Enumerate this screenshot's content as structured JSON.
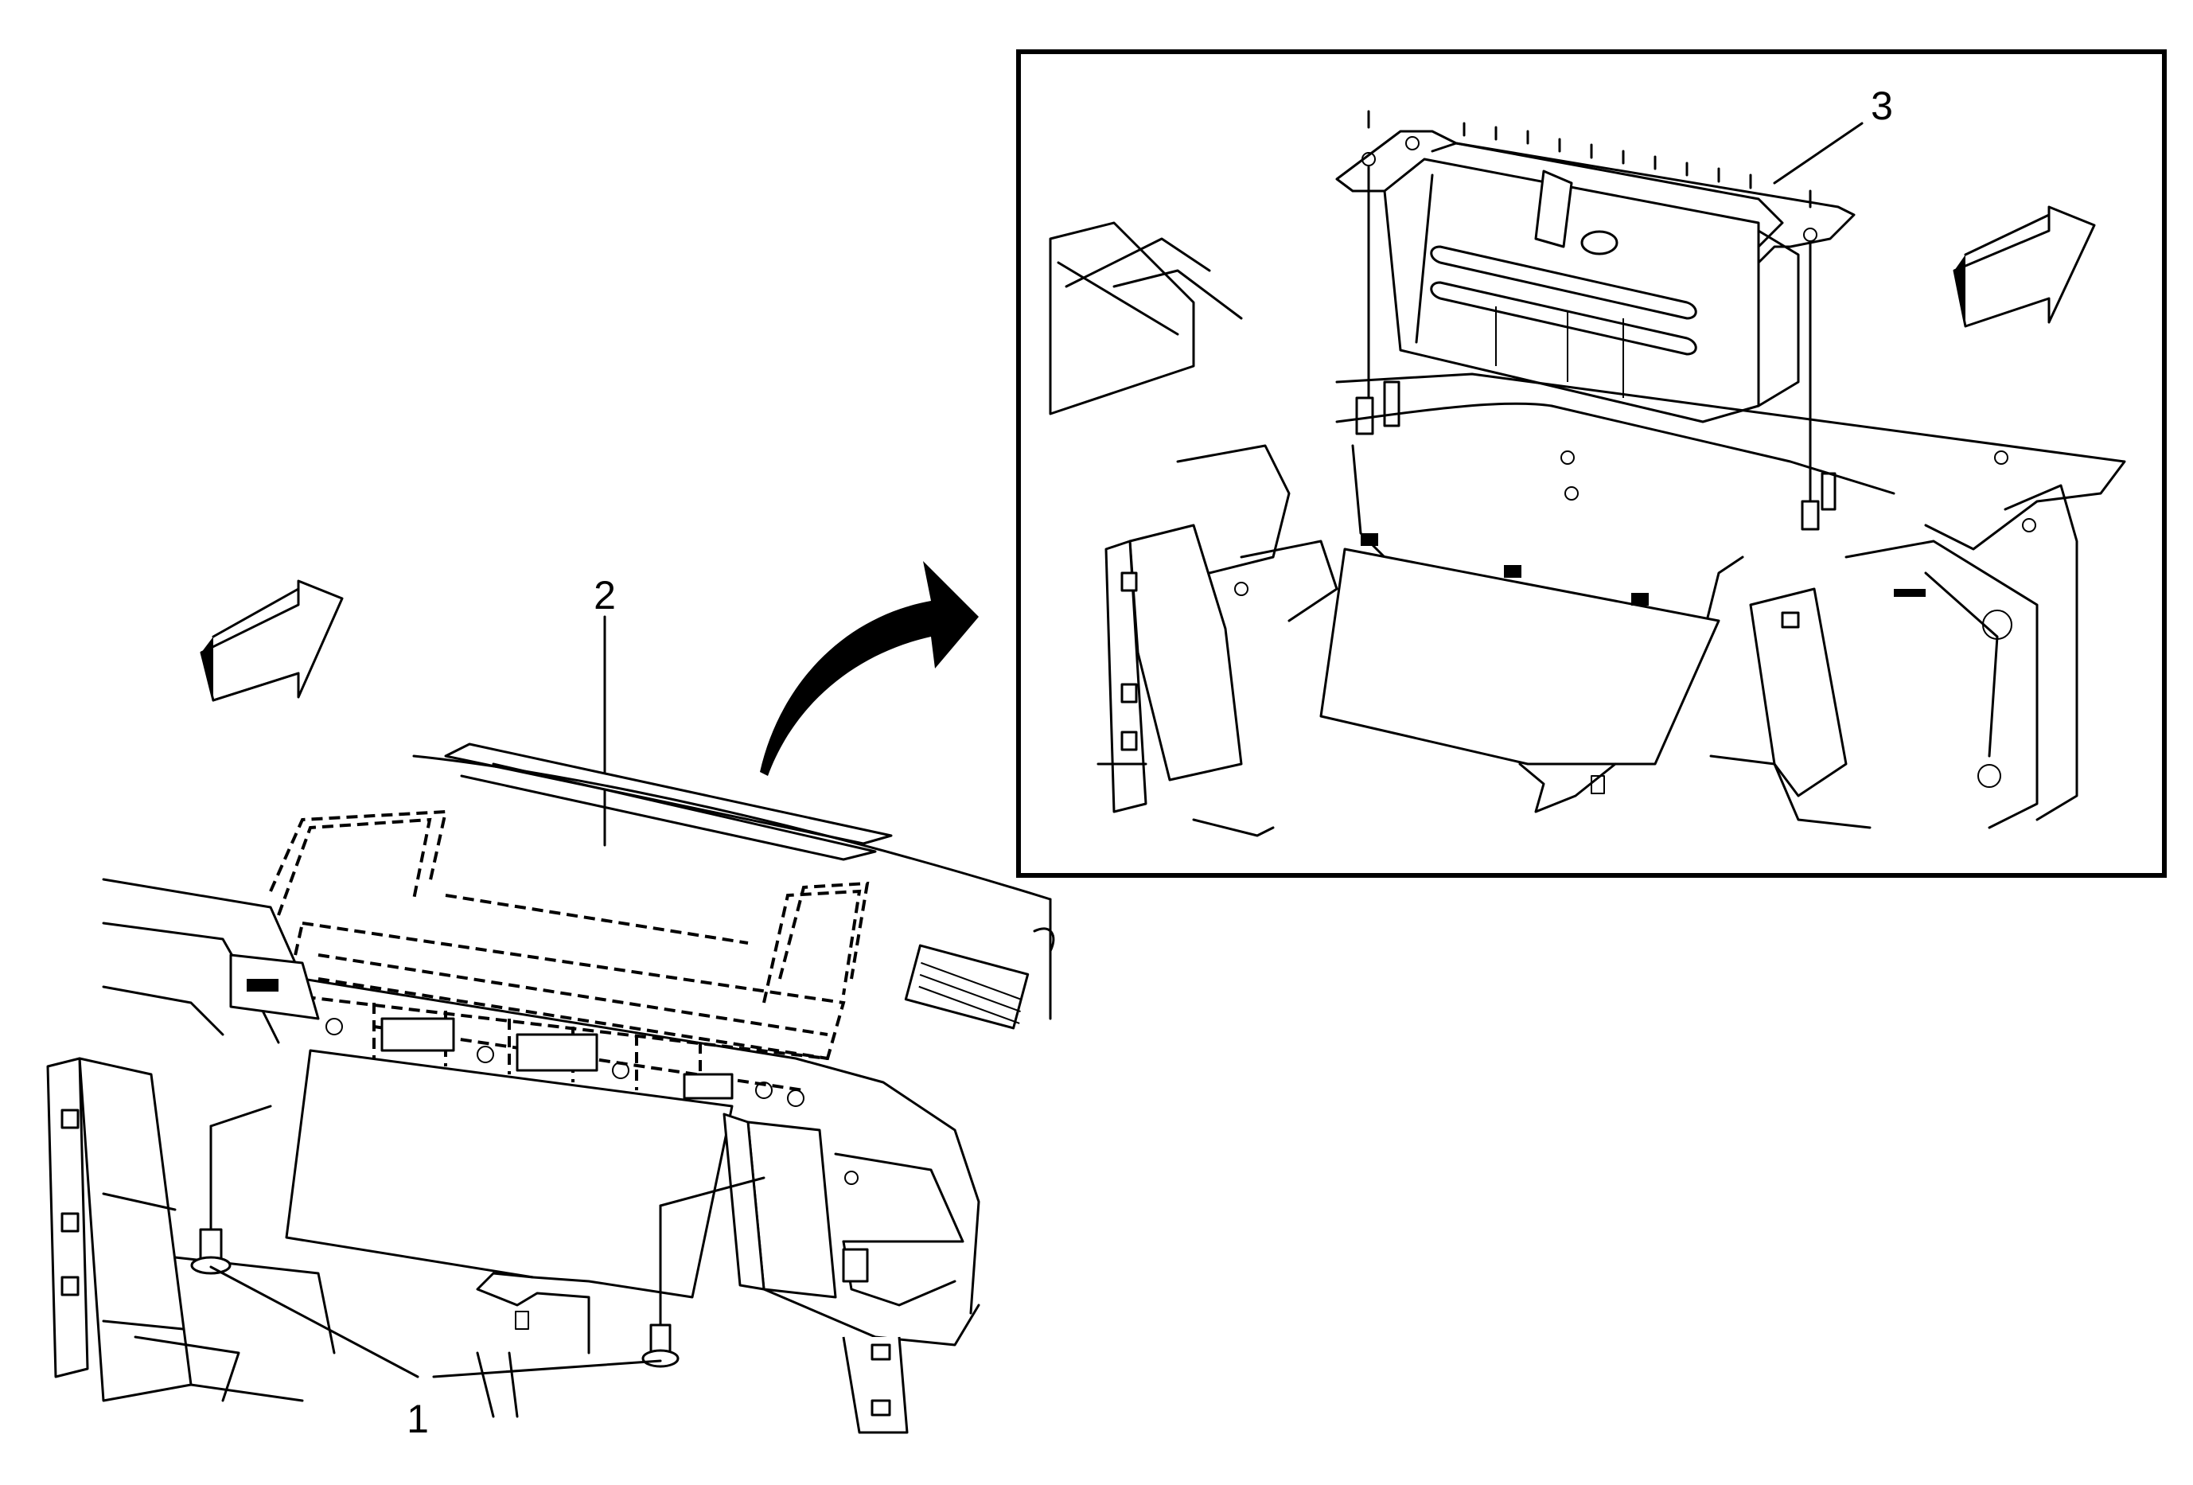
{
  "callouts": {
    "c1": "1",
    "c2": "2",
    "c3": "3"
  },
  "icons": {
    "arrow_left": "direction-arrow-icon",
    "arrow_right": "direction-arrow-icon",
    "curved_arrow": "curved-arrow-icon"
  },
  "colors": {
    "line": "#000000",
    "background": "#ffffff"
  }
}
